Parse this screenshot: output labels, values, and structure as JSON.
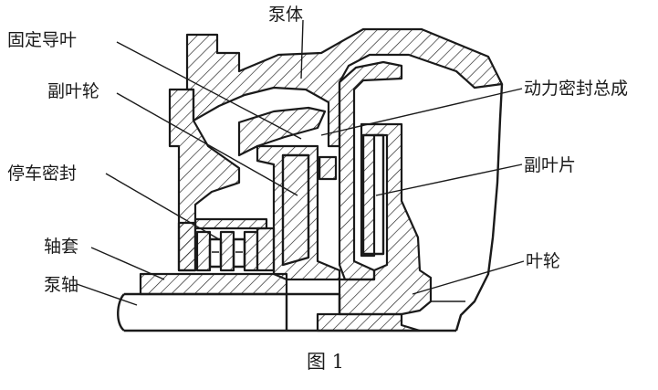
{
  "figure": {
    "caption": "图 1",
    "labels": {
      "pump_body": "泵体",
      "fixed_guide_vane": "固定导叶",
      "auxiliary_impeller": "副叶轮",
      "dynamic_seal_assembly": "动力密封总成",
      "auxiliary_blade": "副叶片",
      "parking_seal": "停车密封",
      "shaft_sleeve": "轴套",
      "pump_shaft": "泵轴",
      "impeller": "叶轮"
    }
  }
}
